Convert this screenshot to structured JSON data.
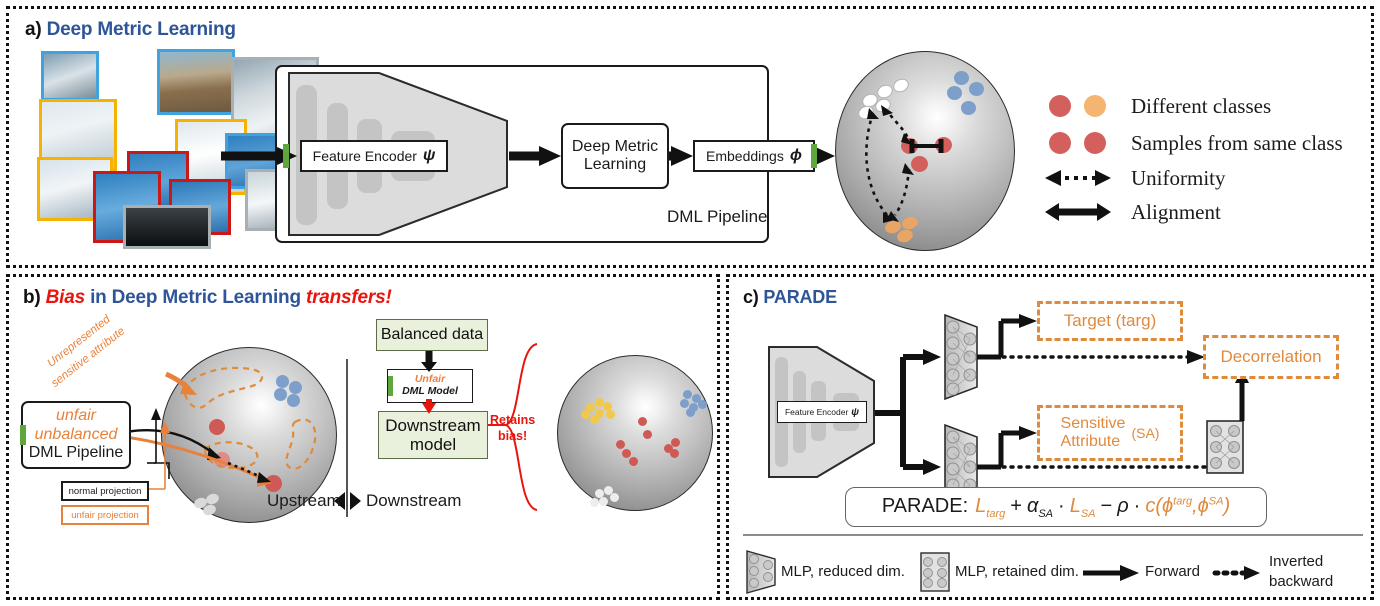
{
  "figure": {
    "panels": [
      {
        "id": "a",
        "marker": "a)",
        "title": "Deep Metric Learning"
      },
      {
        "id": "b",
        "marker": "b)",
        "title_parts": [
          {
            "t": "Bias",
            "style": "red-italic"
          },
          {
            "t": "in Deep Metric Learning",
            "style": "blue"
          },
          {
            "t": "transfers!",
            "style": "red-italic"
          }
        ]
      },
      {
        "id": "c",
        "marker": "c)",
        "title": "PARADE"
      }
    ]
  },
  "panel_a": {
    "pipeline": {
      "encoder_label": "Feature Encoder",
      "encoder_symbol": "ψ",
      "dml_label_line1": "Deep Metric",
      "dml_label_line2": "Learning",
      "embeddings_label": "Embeddings",
      "embeddings_symbol": "ϕ",
      "container_label": "DML Pipeline"
    },
    "legend": [
      {
        "icon": "two-dots-different",
        "label": "Different classes",
        "colors": [
          "#d4605e",
          "#f5b470"
        ]
      },
      {
        "icon": "two-dots-same",
        "label": "Samples from same class",
        "colors": [
          "#d4605e",
          "#d4605e"
        ]
      },
      {
        "icon": "dotted-double-arrow",
        "label": "Uniformity",
        "colors": [
          "#111111"
        ]
      },
      {
        "icon": "solid-double-arrow",
        "label": "Alignment",
        "colors": [
          "#111111"
        ]
      }
    ],
    "sphere_clusters": [
      {
        "name": "grey-cluster",
        "color": "#ffffff",
        "stroke": "#b5b5b5",
        "count": 5
      },
      {
        "name": "blue-cluster",
        "color": "#7e9fc9",
        "count": 4
      },
      {
        "name": "red-anchor",
        "color": "#d4605e",
        "count": 3
      },
      {
        "name": "orange-cluster",
        "color": "#e9a565",
        "count": 3
      }
    ]
  },
  "panel_b": {
    "upstream": {
      "pipeline_box": {
        "line1": "unfair",
        "line2": "unbalanced",
        "line3": "DML Pipeline"
      },
      "callout_attribute_line1": "Unrepresented",
      "callout_attribute_line2": "sensitive attribute",
      "legend_normal": "normal projection",
      "legend_unfair": "unfair projection"
    },
    "downstream": {
      "balanced_data": "Balanced data",
      "unfair_model_line1": "Unfair",
      "unfair_model_line2": "DML Model",
      "downstream_model_line1": "Downstream",
      "downstream_model_line2": "model",
      "retains_bias_line1": "Retains",
      "retains_bias_line2": "bias!"
    },
    "divider": {
      "left": "Upstream",
      "right": "Downstream"
    },
    "downstream_clusters": [
      {
        "name": "yellow-cluster",
        "color": "#f0c94b",
        "count": 7
      },
      {
        "name": "blue-cluster",
        "color": "#7e9fc9",
        "count": 7
      },
      {
        "name": "red-scattered",
        "color": "#cf5a55",
        "count": 8
      },
      {
        "name": "white-cluster",
        "color": "#ededed",
        "count": 6
      }
    ]
  },
  "panel_c": {
    "encoder_label": "Feature Encoder",
    "encoder_symbol": "ψ",
    "target_box": "Target (targ)",
    "sensitive_box_line1": "Sensitive",
    "sensitive_box_line2": "Attribute",
    "sensitive_box_suffix": "(SA)",
    "decorrelation_box": "Decorrelation",
    "formula": {
      "prefix": "PARADE:",
      "terms": [
        {
          "t": "L",
          "sub": "targ",
          "color": "#e08a3c"
        },
        {
          "t": "+",
          "color": "#1b1b1b"
        },
        {
          "t": "α",
          "sub": "SA",
          "color": "#1b1b1b"
        },
        {
          "t": "·",
          "color": "#1b1b1b"
        },
        {
          "t": "L",
          "sub": "SA",
          "color": "#e08a3c"
        },
        {
          "t": "−",
          "color": "#1b1b1b"
        },
        {
          "t": "ρ",
          "color": "#1b1b1b"
        },
        {
          "t": "·",
          "color": "#1b1b1b"
        },
        {
          "t": "c(ϕ",
          "sup": "targ",
          "color": "#e08a3c"
        },
        {
          "t": ",ϕ",
          "sup": "SA",
          "color": "#e08a3c"
        },
        {
          "t": ")",
          "color": "#e08a3c"
        }
      ],
      "plain": "PARADE: L_targ + α_SA · L_SA − ρ · c(ϕ^targ, ϕ^SA)"
    },
    "legend": [
      {
        "icon": "mlp-trapezoid-icon",
        "label": "MLP, reduced dim."
      },
      {
        "icon": "mlp-square-icon",
        "label": "MLP, retained dim."
      },
      {
        "icon": "solid-arrow-icon",
        "label": "Forward"
      },
      {
        "icon": "dotted-arrow-icon",
        "label": "Inverted\nbackward"
      },
      {
        "icon": "dotted-arrow-icon",
        "label_line1": "Inverted",
        "label_line2": "backward"
      }
    ],
    "legend_forward": "Forward",
    "legend_inverted_line1": "Inverted",
    "legend_inverted_line2": "backward",
    "legend_mlp_reduced": "MLP, reduced dim.",
    "legend_mlp_retained": "MLP, retained dim."
  },
  "colors": {
    "title_blue": "#2e5597",
    "title_red": "#e8150f",
    "orange": "#e08a3c",
    "green_bar": "#5fa63d",
    "red_dot": "#d4605e",
    "blue_dot": "#7e9fc9",
    "orange_dot": "#e9a565",
    "green_box_fill": "#e9f0dc",
    "retains_red": "#e8150f"
  }
}
